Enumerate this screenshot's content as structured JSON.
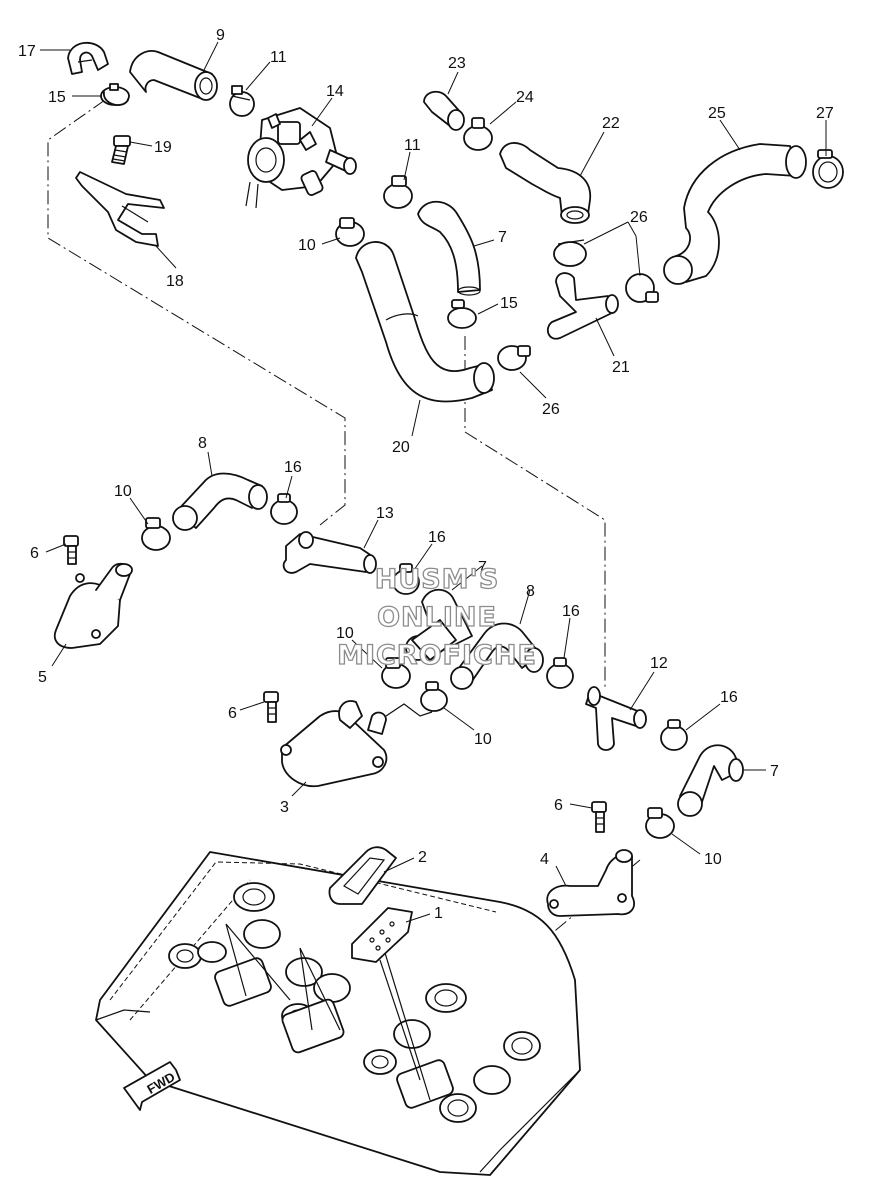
{
  "diagram": {
    "callouts": {
      "c1": "1",
      "c2": "2",
      "c3": "3",
      "c4": "4",
      "c5": "5",
      "c6a": "6",
      "c6b": "6",
      "c6c": "6",
      "c7a": "7",
      "c7b": "7",
      "c7c": "7",
      "c8a": "8",
      "c8b": "8",
      "c9": "9",
      "c10a": "10",
      "c10b": "10",
      "c10c": "10",
      "c10d": "10",
      "c10e": "10",
      "c11a": "11",
      "c11b": "11",
      "c12": "12",
      "c13": "13",
      "c14": "14",
      "c15a": "15",
      "c15b": "15",
      "c16a": "16",
      "c16b": "16",
      "c16c": "16",
      "c16d": "16",
      "c17": "17",
      "c18": "18",
      "c19": "19",
      "c20": "20",
      "c21": "21",
      "c22": "22",
      "c23": "23",
      "c24": "24",
      "c25": "25",
      "c26a": "26",
      "c26b": "26",
      "c27": "27"
    },
    "watermark": {
      "line1": "HUSM'S",
      "line2": "ONLINE",
      "line3": "MICROFICHE"
    },
    "direction_label": "FWD"
  }
}
